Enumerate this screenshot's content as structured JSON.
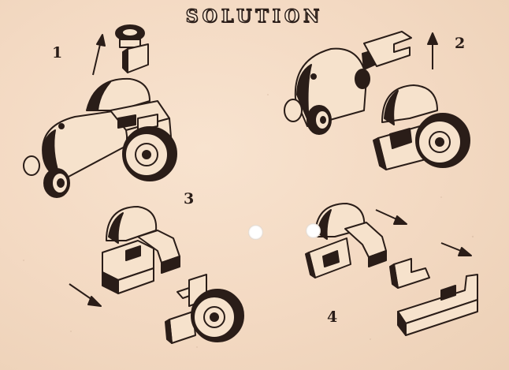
{
  "card": {
    "title": "SOLUTION",
    "steps": [
      {
        "number": "1"
      },
      {
        "number": "2"
      },
      {
        "number": "3"
      },
      {
        "number": "4"
      }
    ]
  },
  "colors": {
    "card_background": "#f4dcc6",
    "ink": "#2a1d18"
  },
  "icons": [
    "tractor-icon",
    "puzzle-piece-icon",
    "wheel-icon",
    "arrow-icon"
  ]
}
